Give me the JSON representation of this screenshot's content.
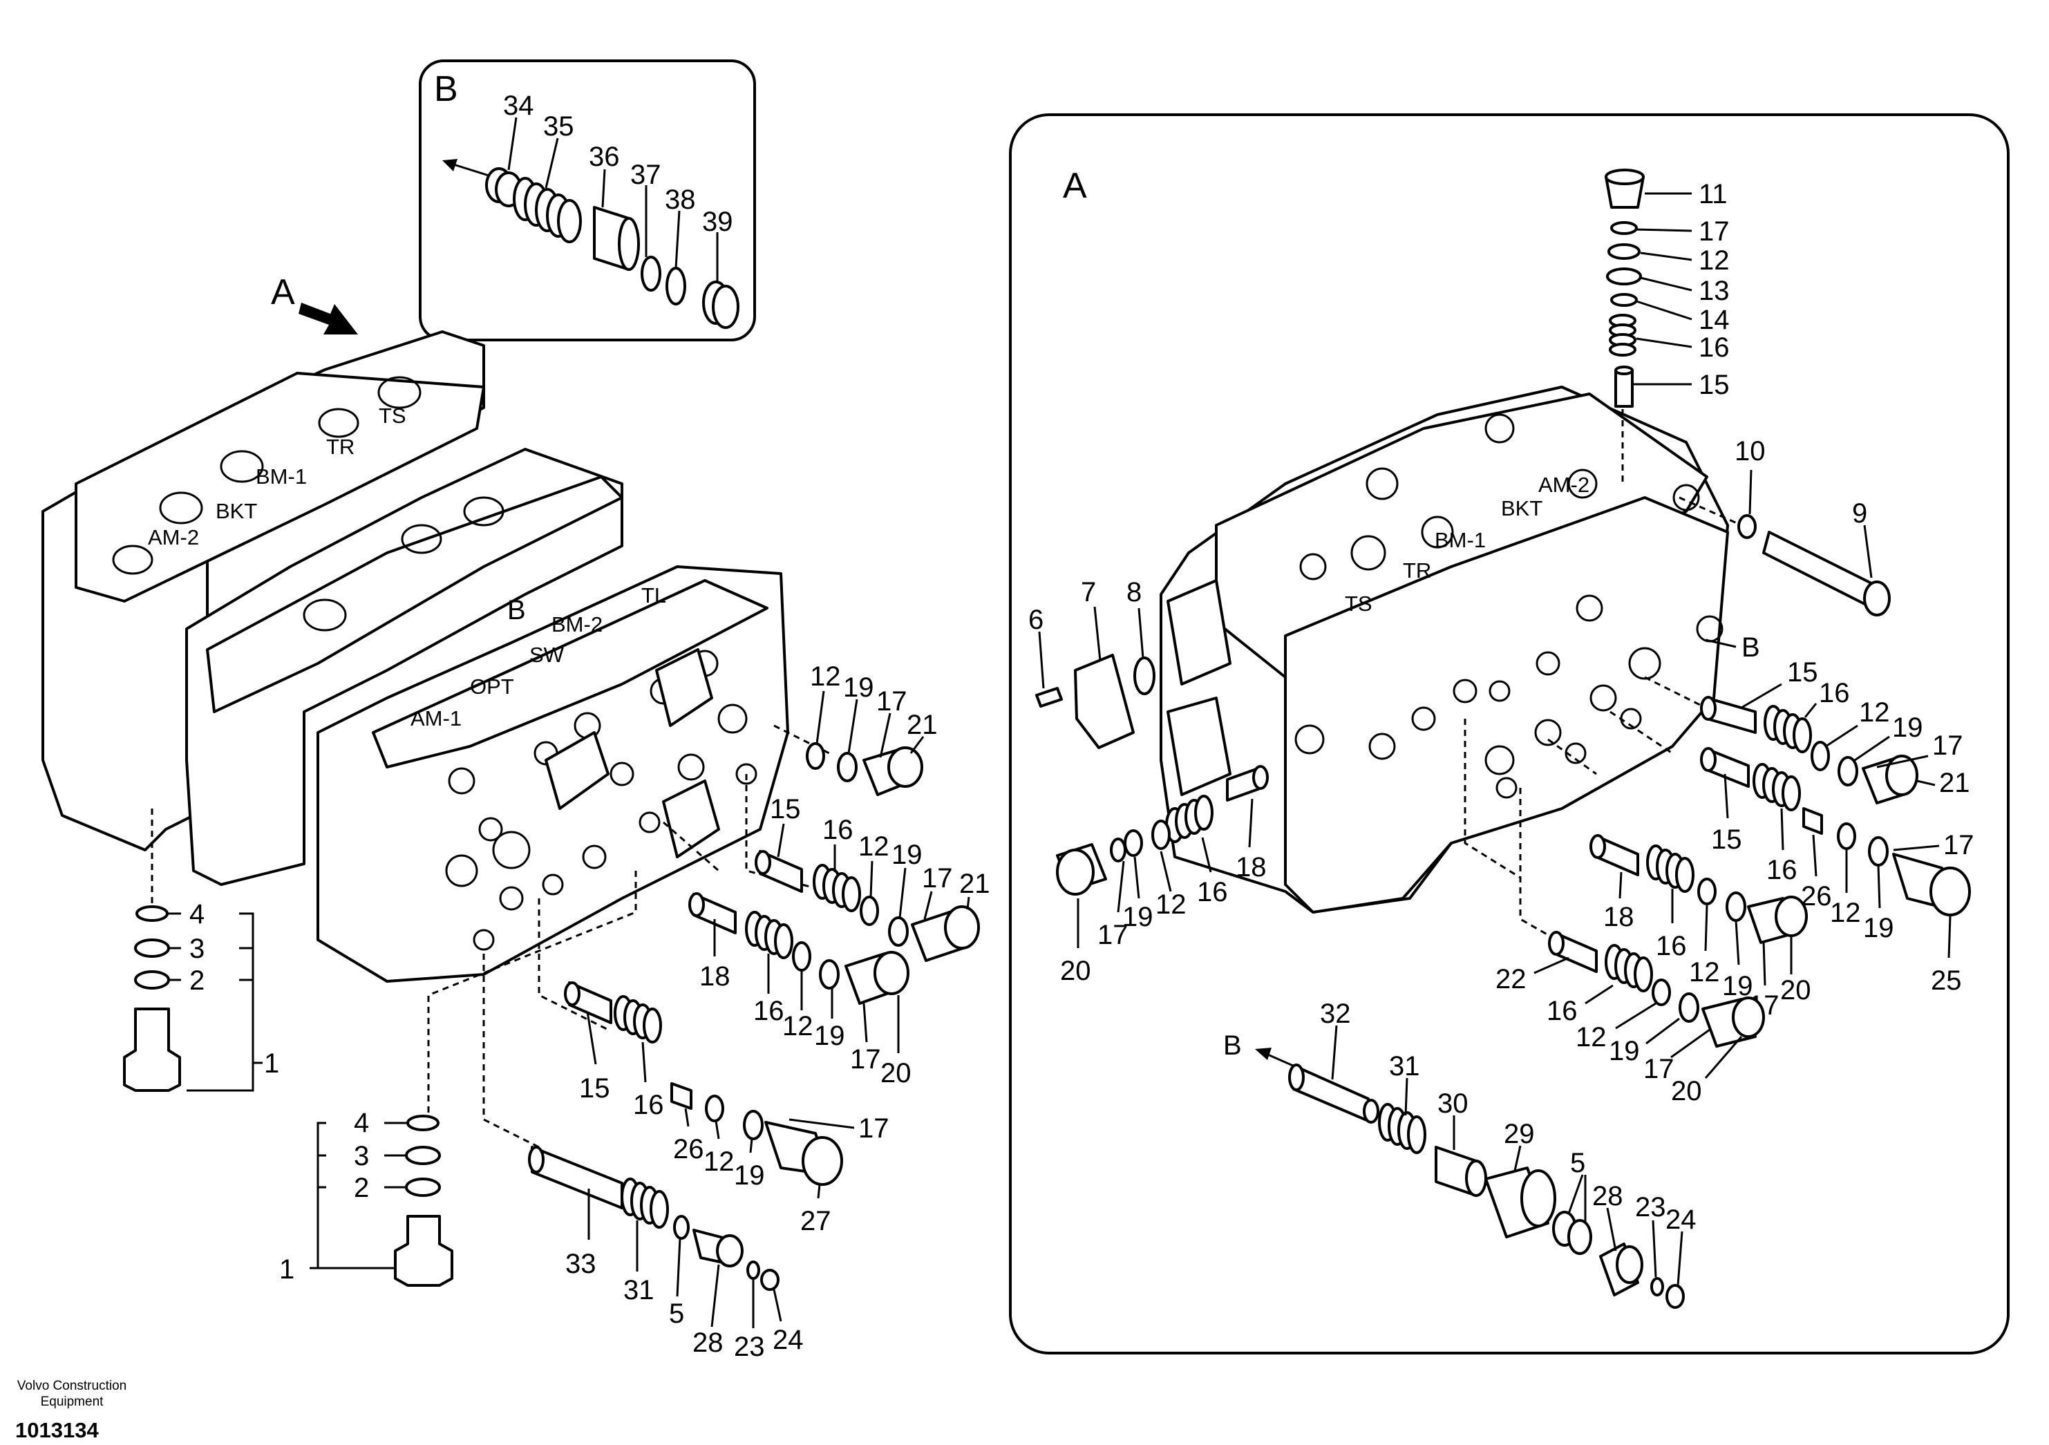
{
  "views": {
    "detail_b": {
      "label": "B"
    },
    "detail_a": {
      "label": "A"
    },
    "arrow_a": {
      "label": "A"
    }
  },
  "section_labels": [
    "TS",
    "TR",
    "BM-1",
    "BKT",
    "AM-2",
    "BM-2",
    "TL",
    "SW",
    "OPT",
    "AM-1",
    "B"
  ],
  "detail_a_section_labels": [
    "AM-2",
    "BKT",
    "BM-1",
    "TR",
    "TS",
    "B"
  ],
  "callouts_detail_b": [
    "34",
    "35",
    "36",
    "37",
    "38",
    "39"
  ],
  "callouts_main": [
    "4",
    "3",
    "2",
    "1",
    "4",
    "3",
    "2",
    "1",
    "12",
    "19",
    "17",
    "21",
    "15",
    "16",
    "12",
    "19",
    "17",
    "21",
    "18",
    "16",
    "12",
    "19",
    "17",
    "20",
    "15",
    "16",
    "26",
    "12",
    "19",
    "17",
    "27",
    "33",
    "31",
    "5",
    "28",
    "23",
    "24"
  ],
  "callouts_detail_a": [
    "11",
    "17",
    "12",
    "13",
    "14",
    "16",
    "15",
    "10",
    "9",
    "6",
    "7",
    "8",
    "15",
    "16",
    "12",
    "19",
    "17",
    "21",
    "15",
    "16",
    "26",
    "12",
    "19",
    "17",
    "25",
    "16",
    "18",
    "20",
    "17",
    "19",
    "12",
    "18",
    "16",
    "12",
    "19",
    "17",
    "20",
    "22",
    "16",
    "12",
    "19",
    "17",
    "20",
    "32",
    "31",
    "30",
    "29",
    "5",
    "28",
    "23",
    "24"
  ],
  "detail_a_arrow_label": "B",
  "footer": {
    "company": "Volvo Construction Equipment",
    "drawing_number": "1013134"
  }
}
